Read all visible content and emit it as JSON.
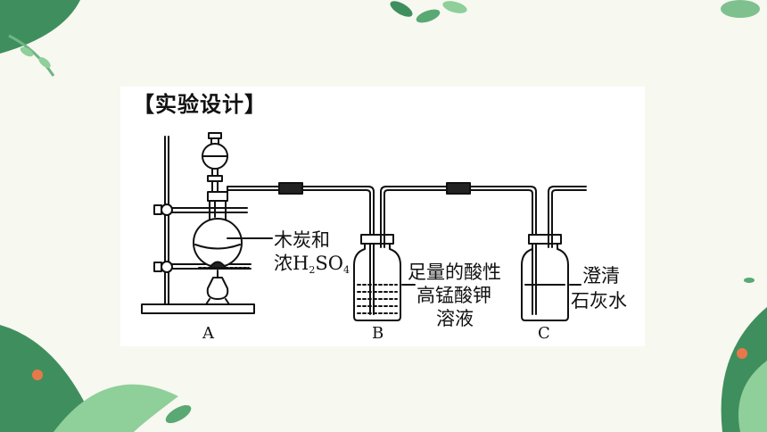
{
  "title": "【实验设计】",
  "labels": {
    "a_reagent_line1": "木炭和",
    "a_reagent_line2_prefix": "浓H",
    "a_reagent_sub1": "2",
    "a_reagent_mid": "SO",
    "a_reagent_sub2": "4",
    "b_reagent_line1": "足量的酸性",
    "b_reagent_line2": "高锰酸钾",
    "b_reagent_line3": "溶液",
    "c_reagent_line1": "澄清",
    "c_reagent_line2": "石灰水"
  },
  "captions": {
    "a": "A",
    "b": "B",
    "c": "C"
  },
  "colors": {
    "background": "#f7f8f0",
    "panel": "#ffffff",
    "leaf_dark": "#2e7d4f",
    "leaf_light": "#8fcf9a",
    "line": "#111111"
  }
}
